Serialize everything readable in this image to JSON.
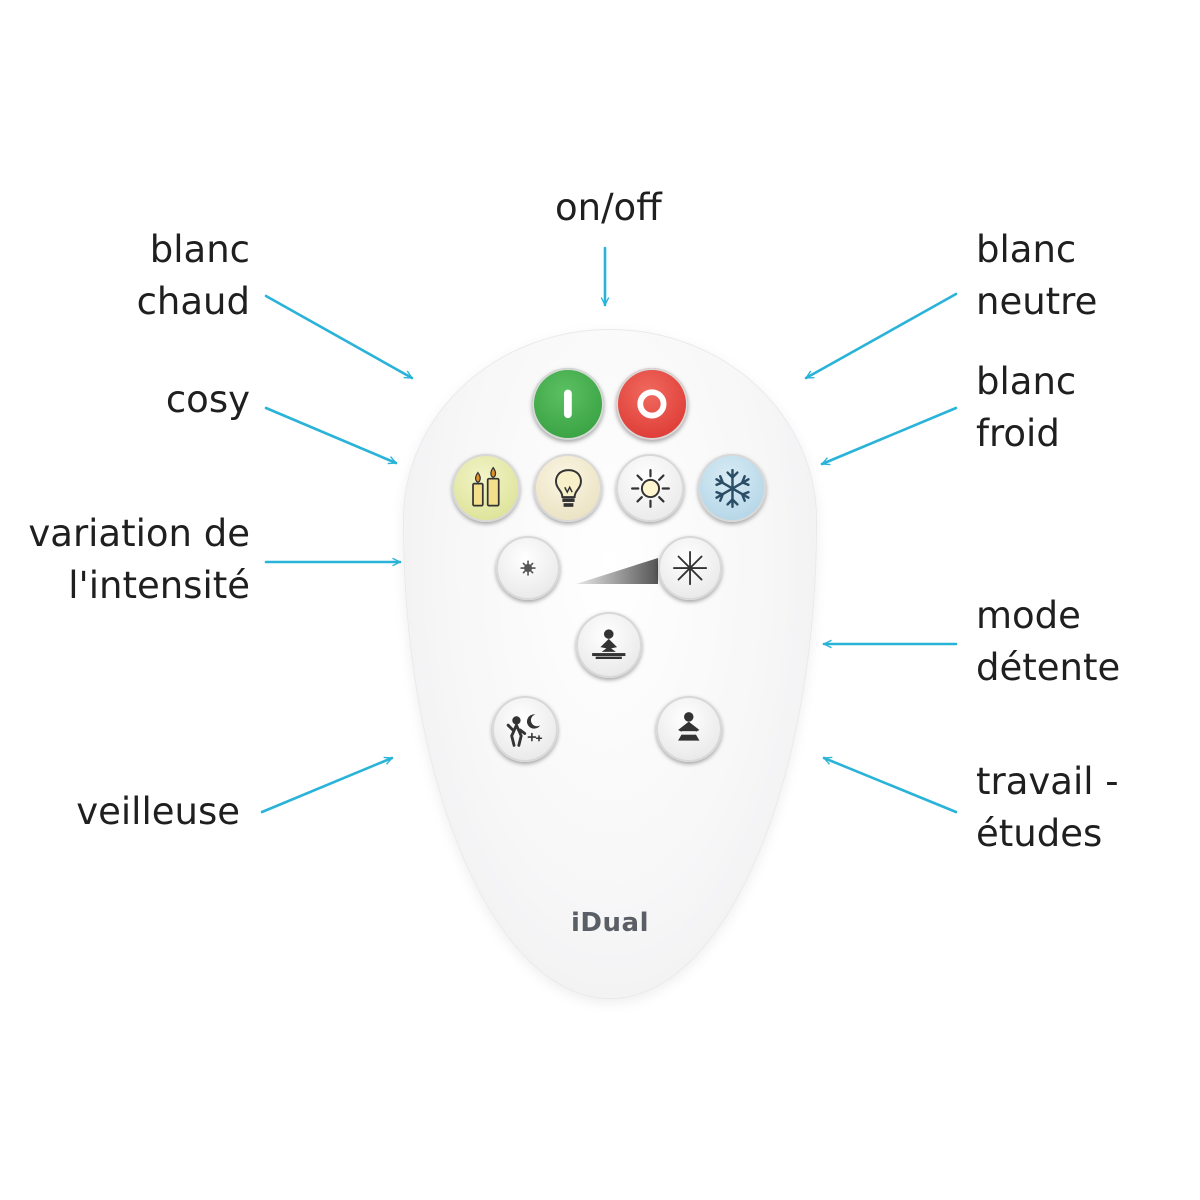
{
  "labels": {
    "on_off": "on/off",
    "blanc_chaud": "blanc\nchaud",
    "cosy": "cosy",
    "variation": "variation de\nl'intensité",
    "veilleuse": "veilleuse",
    "blanc_neutre": "blanc\nneutre",
    "blanc_froid": "blanc\nfroid",
    "mode_detente": "mode\ndétente",
    "travail_etudes": "travail -\nétudes"
  },
  "remote": {
    "brand": "iDual"
  },
  "colors": {
    "arrow": "#2ab3d8",
    "on_button": "#3aa245",
    "off_button": "#e03a35",
    "cosy_button": "#e4e8a2",
    "warm_button": "#efe7c9",
    "cold_button": "#bcdced",
    "text": "#1f1f1f"
  },
  "icons": {
    "on": "power-on-icon",
    "off": "power-off-icon",
    "cosy": "candles-icon",
    "warm": "bulb-icon",
    "neutral": "sun-icon",
    "cold": "snowflake-icon",
    "dim_down": "small-star-icon",
    "dim_up": "large-star-icon",
    "relax": "meditation-icon",
    "night": "night-light-icon",
    "work": "study-icon"
  }
}
